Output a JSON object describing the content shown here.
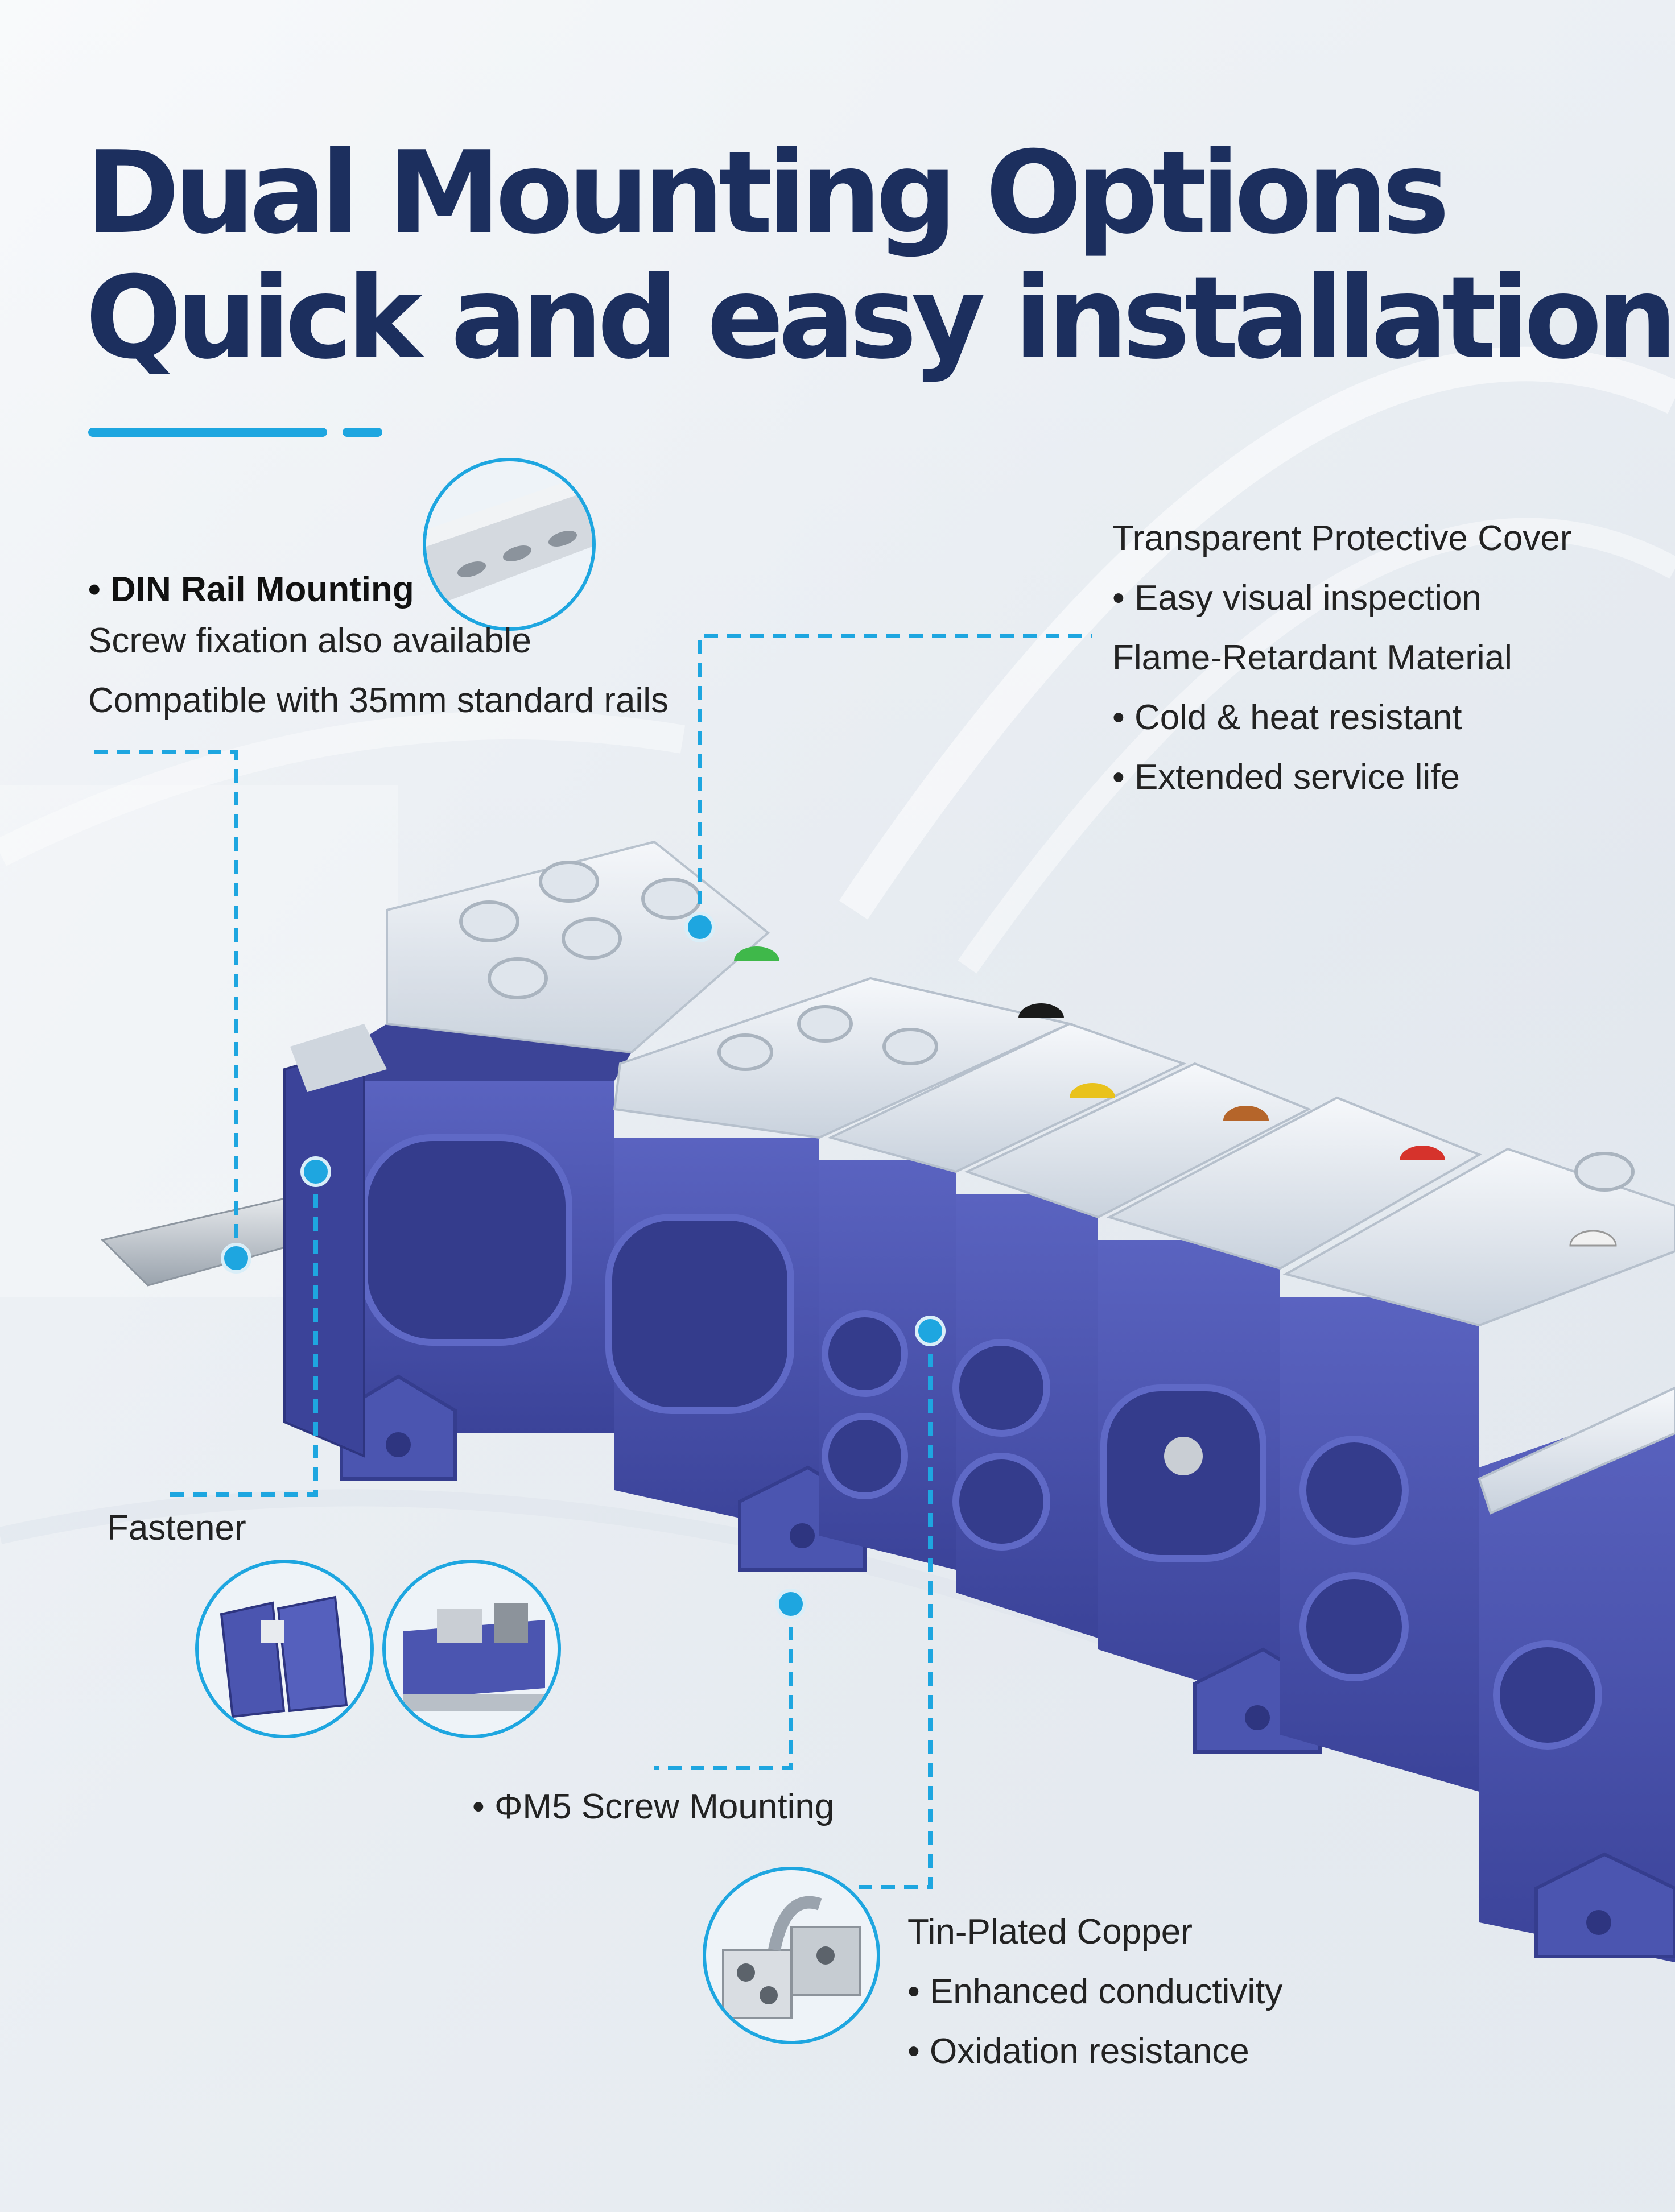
{
  "header": {
    "title_line1": "Dual Mounting Options",
    "title_line2": "Quick and easy installation"
  },
  "colors": {
    "accent": "#1ea6e0",
    "title": "#1c2f5e",
    "block_blue": "#4b55b0",
    "cover": "#e8edf3"
  },
  "din_rail": {
    "heading": "DIN Rail Mounting",
    "line1": "Screw fixation also available",
    "line2": "Compatible with 35mm standard rails"
  },
  "cover_material": {
    "heading1": "Transparent Protective Cover",
    "bullet1": "Easy visual inspection",
    "heading2": "Flame-Retardant Material",
    "bullet2": "Cold & heat resistant",
    "bullet3": "Extended service life"
  },
  "fastener": {
    "label": "Fastener"
  },
  "screw_mounting": {
    "label": "ΦM5 Screw Mounting"
  },
  "copper": {
    "heading": "Tin-Plated Copper",
    "bullet1": "Enhanced conductivity",
    "bullet2": "Oxidation resistance"
  },
  "bullet_symbol": "•",
  "indicator_colors": [
    "#3fb84a",
    "#1a1a1a",
    "#e9c21c",
    "#b5652a",
    "#d6332c",
    "#f1f1f1"
  ],
  "icons": [
    "din-rail-icon",
    "fastener-icon",
    "copper-connector-icon",
    "terminal-block-product-icon"
  ]
}
